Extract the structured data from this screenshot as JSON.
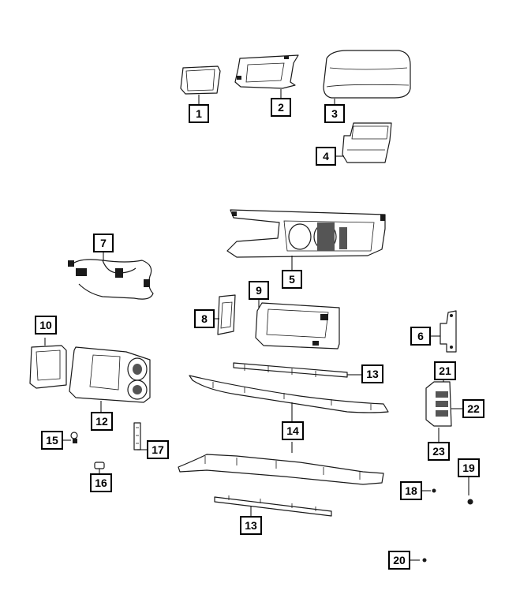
{
  "callouts": {
    "c1": "1",
    "c2": "2",
    "c3": "3",
    "c4": "4",
    "c5": "5",
    "c6": "6",
    "c7": "7",
    "c8": "8",
    "c9": "9",
    "c10": "10",
    "c11": "21",
    "c12": "12",
    "c13a": "13",
    "c13b": "13",
    "c14": "14",
    "c15": "15",
    "c16": "16",
    "c17": "17",
    "c18": "18",
    "c19": "19",
    "c20": "20",
    "c22": "22",
    "c23": "23"
  }
}
